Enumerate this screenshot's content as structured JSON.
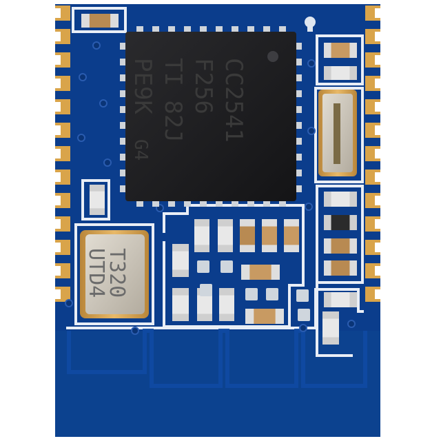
{
  "image": {
    "subject": "Bluetooth LE module circuit board",
    "colors": {
      "background": "#ffffff",
      "pcb": "#0b3d8c",
      "pcb_dark": "#082e6b",
      "trace": "#1a4fa3",
      "silkscreen": "#e9eef6",
      "gold_pad": "#d9a44a",
      "chip": "#1b1b1d",
      "crystal_metal": "#c9c3b8"
    }
  },
  "chip": {
    "line1": "CC2541",
    "line2": "F256",
    "line3": "TI 82J",
    "line4": "PE9K",
    "line5": "G4"
  },
  "crystal_large": {
    "line1": "T320",
    "line2": "UTD4"
  }
}
